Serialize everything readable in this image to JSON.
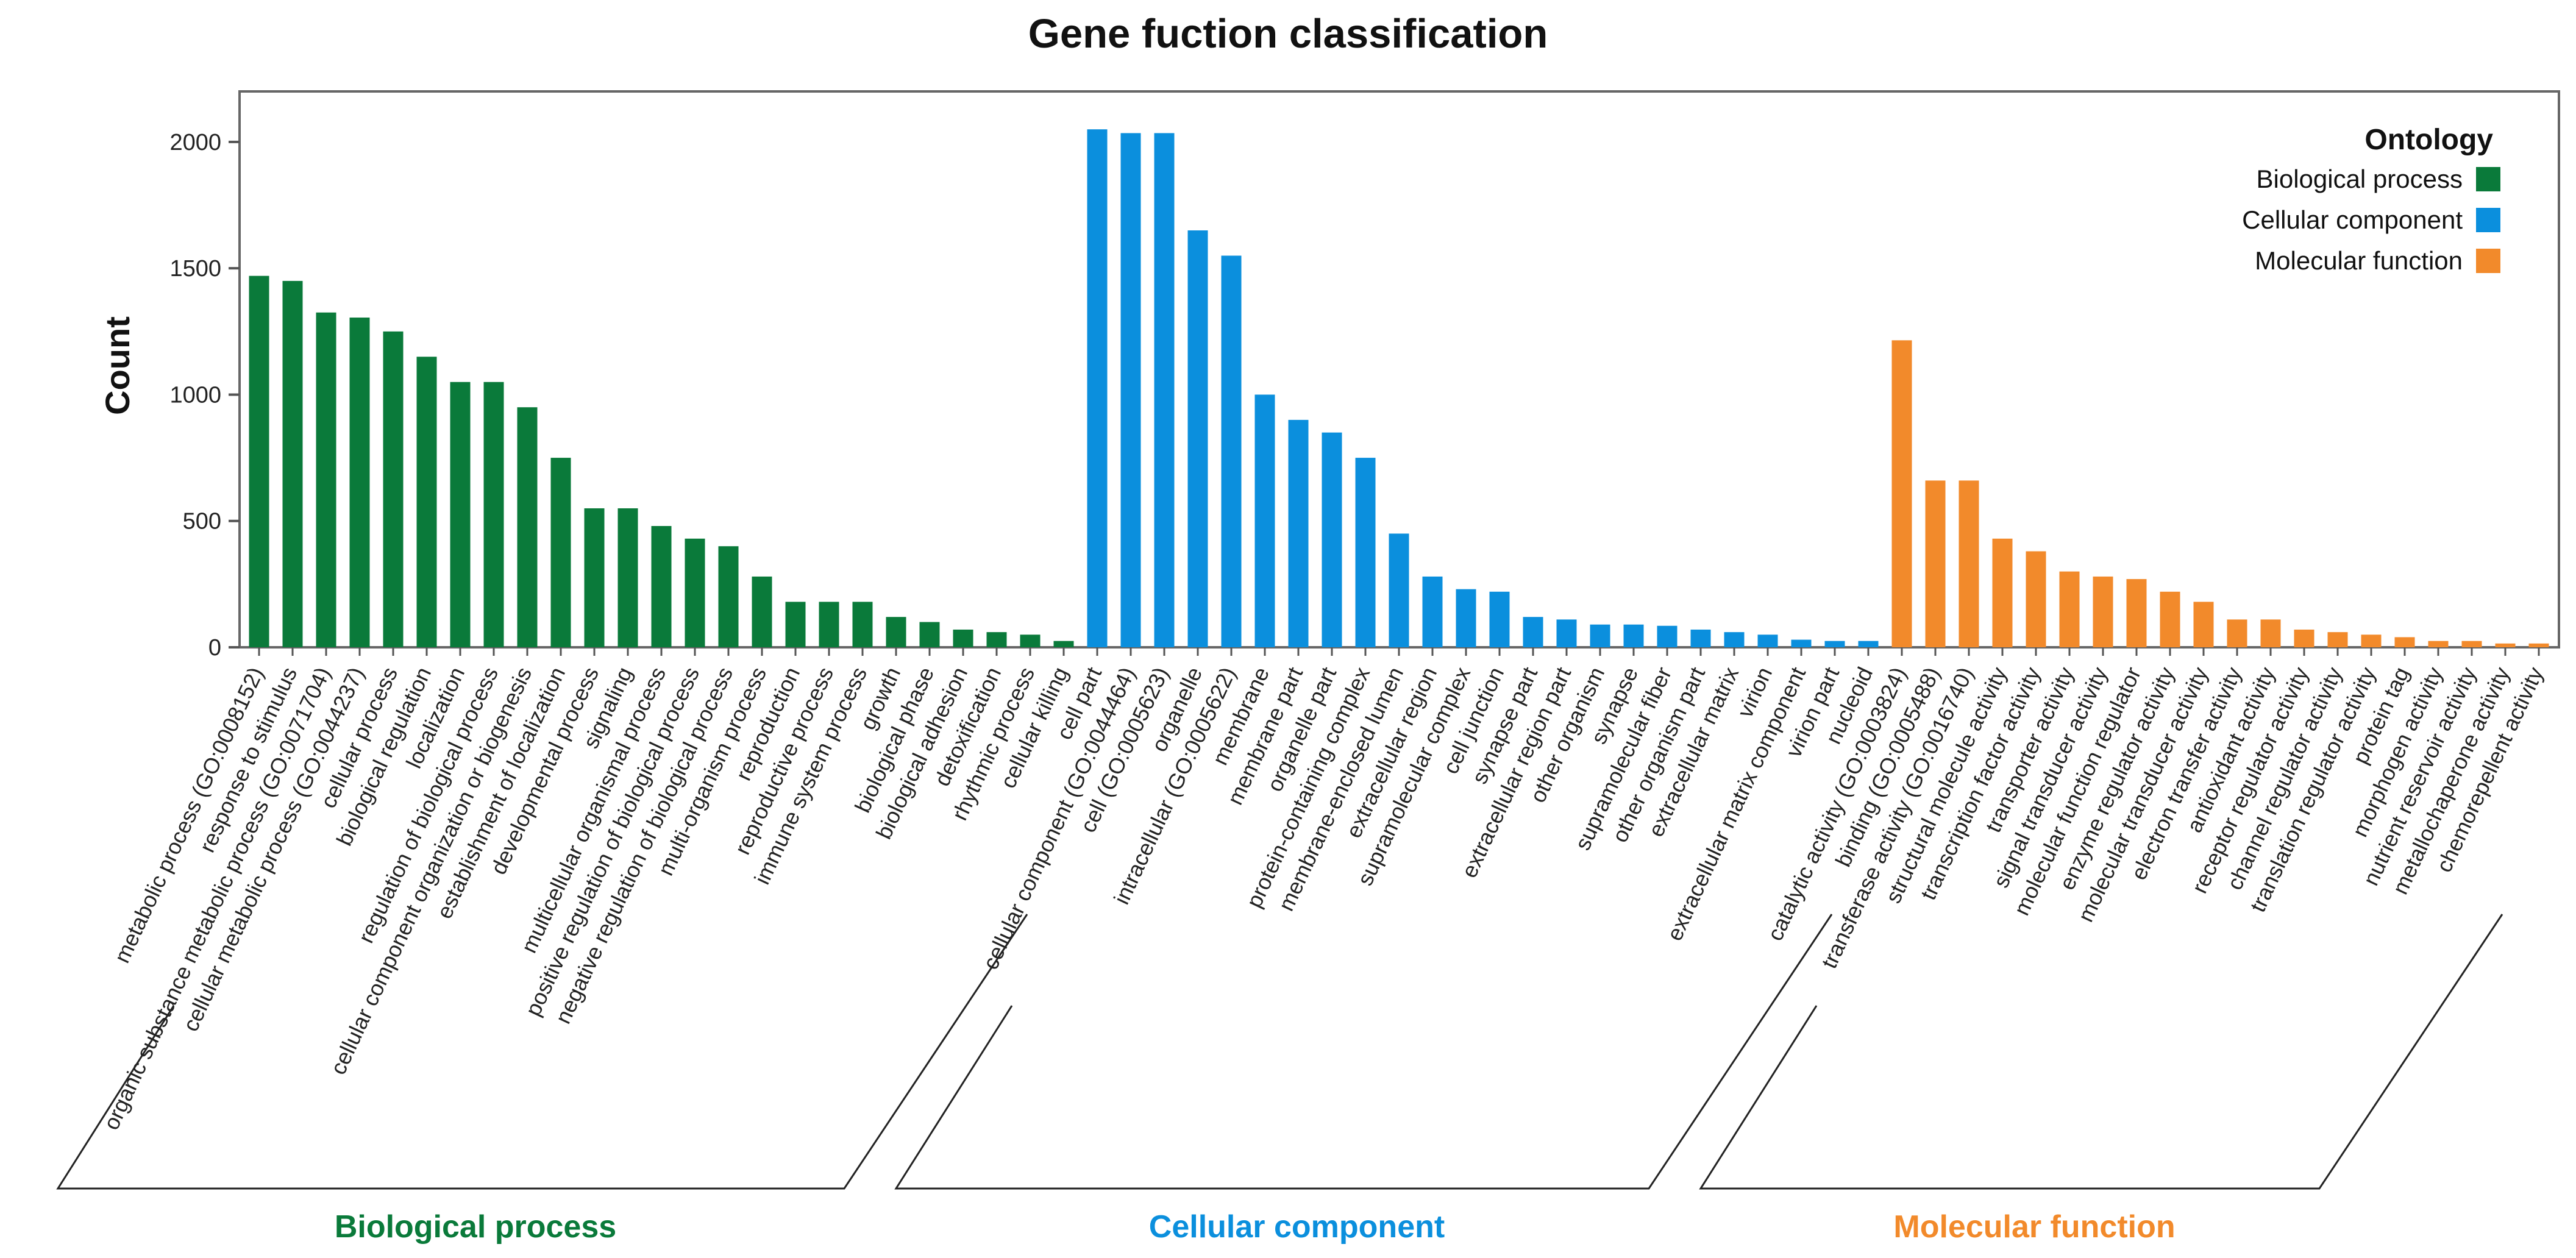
{
  "chart_data": {
    "type": "bar",
    "title": "Gene fuction classification",
    "xlabel": "",
    "ylabel": "Count",
    "ylim": [
      0,
      2200
    ],
    "yticks": [
      0,
      500,
      1000,
      1500,
      2000
    ],
    "grid": false,
    "legend": {
      "title": "Ontology",
      "placement": "top-right"
    },
    "series": [
      {
        "name": "Biological process",
        "color": "#0a7a3a",
        "categories": [
          "metabolic process (GO:0008152)",
          "response to stimulus",
          "organic substance metabolic process (GO:0071704)",
          "cellular metabolic process (GO:0044237)",
          "cellular process",
          "biological regulation",
          "localization",
          "regulation of biological process",
          "cellular component organization or biogenesis",
          "establishment of localization",
          "developmental process",
          "signaling",
          "multicellular organismal process",
          "positive regulation of biological process",
          "negative regulation of biological process",
          "multi-organism process",
          "reproduction",
          "reproductive process",
          "immune system process",
          "growth",
          "biological phase",
          "biological adhesion",
          "detoxification",
          "rhythmic process",
          "cellular killing"
        ],
        "values": [
          1470,
          1450,
          1325,
          1305,
          1250,
          1150,
          1050,
          1050,
          950,
          750,
          550,
          550,
          480,
          430,
          400,
          280,
          180,
          180,
          180,
          120,
          100,
          70,
          60,
          50,
          25
        ]
      },
      {
        "name": "Cellular component",
        "color": "#0b8fdd",
        "categories": [
          "cell part",
          "cellular component (GO:0044464)",
          "cell (GO:0005623)",
          "organelle",
          "intracellular (GO:0005622)",
          "membrane",
          "membrane part",
          "organelle part",
          "protein-containing complex",
          "membrane-enclosed lumen",
          "extracellular region",
          "supramolecular complex",
          "cell junction",
          "synapse part",
          "extracellular region part",
          "other organism",
          "synapse",
          "supramolecular fiber",
          "other organism part",
          "extracellular matrix",
          "virion",
          "extracellular matrix component",
          "virion part",
          "nucleoid"
        ],
        "values": [
          2050,
          2035,
          2035,
          1650,
          1550,
          1000,
          900,
          850,
          750,
          450,
          280,
          230,
          220,
          120,
          110,
          90,
          90,
          85,
          70,
          60,
          50,
          30,
          25,
          25
        ]
      },
      {
        "name": "Molecular function",
        "color": "#f28a2b",
        "categories": [
          "catalytic activity (GO:0003824)",
          "binding (GO:0005488)",
          "transferase activity (GO:0016740)",
          "structural molecule activity",
          "transcription factor activity",
          "transporter activity",
          "signal transducer activity",
          "molecular function regulator",
          "enzyme regulator activity",
          "molecular transducer activity",
          "electron transfer activity",
          "antioxidant activity",
          "receptor regulator activity",
          "channel regulator activity",
          "translation regulator activity",
          "protein tag",
          "morphogen activity",
          "nutrient reservoir activity",
          "metallochaperone activity",
          "chemorepellent activity"
        ],
        "values": [
          1215,
          660,
          660,
          430,
          380,
          300,
          280,
          270,
          220,
          180,
          110,
          110,
          70,
          60,
          50,
          40,
          25,
          25,
          15,
          15
        ]
      }
    ]
  }
}
